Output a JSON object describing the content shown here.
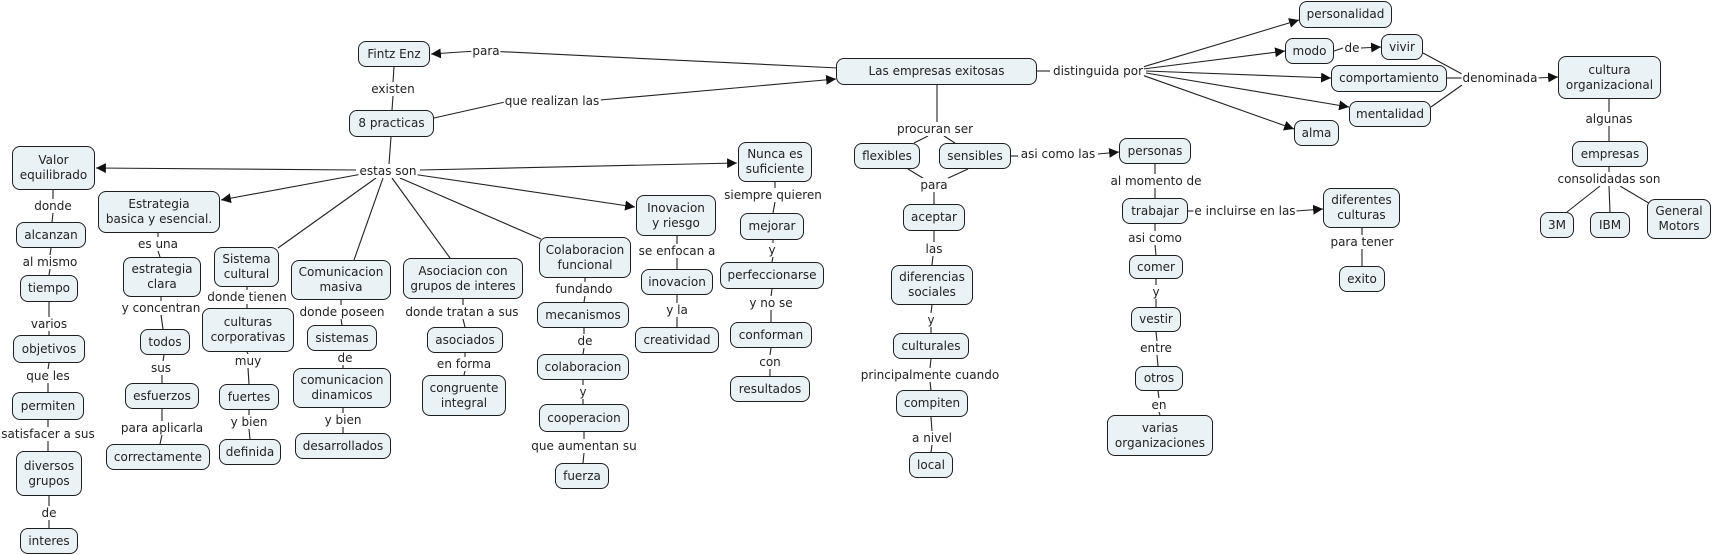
{
  "concept_map": {
    "title": "Las empresas exitosas",
    "nodes": {
      "fintz": "Fintz Enz",
      "practicas": "8 practicas",
      "empresas_exitosas": "Las empresas exitosas",
      "valor": "Valor\nequilibrado",
      "alcanzan": "alcanzan",
      "tiempo": "tiempo",
      "objetivos": "objetivos",
      "permiten": "permiten",
      "diversos": "diversos\ngrupos",
      "interes": "interes",
      "estrategia": "Estrategia\nbasica y esencial.",
      "estrategia_clara": "estrategia\nclara",
      "todos": "todos",
      "esfuerzos": "esfuerzos",
      "correctamente": "correctamente",
      "sistema_cultural": "Sistema\ncultural",
      "culturas_corp": "culturas\ncorporativas",
      "fuertes": "fuertes",
      "definida": "definida",
      "comunicacion_masiva": "Comunicacion\nmasiva",
      "sistemas": "sistemas",
      "comunicacion_din": "comunicacion\ndinamicos",
      "desarrollados": "desarrollados",
      "asociacion": "Asociacion con\ngrupos de interes",
      "asociados": "asociados",
      "congruente": "congruente\nintegral",
      "colaboracion_func": "Colaboracion\nfuncional",
      "mecanismos": "mecanismos",
      "colaboracion": "colaboracion",
      "cooperacion": "cooperacion",
      "fuerza": "fuerza",
      "inovacion_riesgo": "Inovacion\ny riesgo",
      "inovacion": "inovacion",
      "creatividad": "creatividad",
      "nunca": "Nunca es\nsuficiente",
      "mejorar": "mejorar",
      "perfeccionarse": "perfeccionarse",
      "conforman": "conforman",
      "resultados": "resultados",
      "flexibles": "flexibles",
      "sensibles": "sensibles",
      "aceptar": "aceptar",
      "diferencias": "diferencias\nsociales",
      "culturales": "culturales",
      "compiten": "compiten",
      "local": "local",
      "personas": "personas",
      "trabajar": "trabajar",
      "comer": "comer",
      "vestir": "vestir",
      "otros": "otros",
      "varias": "varias\norganizaciones",
      "diferentes_culturas": "diferentes\nculturas",
      "exito": "exito",
      "personalidad": "personalidad",
      "modo": "modo",
      "vivir": "vivir",
      "comportamiento": "comportamiento",
      "mentalidad": "mentalidad",
      "alma": "alma",
      "cultura_org": "cultura\norganizacional",
      "empresas": "empresas",
      "tres_m": "3M",
      "ibm": "IBM",
      "gm": "General\nMotors"
    },
    "links": {
      "para": "para",
      "existen": "existen",
      "que_realizan": "que realizan las",
      "estas_son": "estas son",
      "donde": "donde",
      "al_mismo": "al mismo",
      "varios": "varios",
      "que_les": "que les",
      "satisfacer": "satisfacer a sus",
      "de_interes": "de",
      "es_una": "es una",
      "y_concentran": "y concentran",
      "sus": "sus",
      "para_aplicarla": "para aplicarla",
      "donde_tienen": "donde tienen",
      "muy": "muy",
      "y_bien_1": "y bien",
      "donde_poseen": "donde poseen",
      "de_com": "de",
      "y_bien_2": "y bien",
      "donde_tratan": "donde tratan a sus",
      "en_forma": "en forma",
      "fundando": "fundando",
      "de_col": "de",
      "y_coop": "y",
      "que_aumentan": "que aumentan su",
      "se_enfocan": "se enfocan a",
      "y_la": "y la",
      "siempre_quieren": "siempre quieren",
      "y_perf": "y",
      "y_no_se": "y no se",
      "con": "con",
      "procuran_ser": "procuran ser",
      "para_aceptar": "para",
      "las": "las",
      "y_cult": "y",
      "principalmente": "principalmente cuando",
      "a_nivel": "a nivel",
      "asi_como_las": "asi como las",
      "al_momento": "al momento de",
      "asi_como": "asi como",
      "y_vestir": "y",
      "entre": "entre",
      "en": "en",
      "e_incluirse": "e incluirse en las",
      "para_tener": "para tener",
      "distinguida": "distinguida por",
      "de_vivir": "de",
      "denominada": "denominada",
      "algunas": "algunas",
      "consolidadas": "consolidadas son"
    }
  }
}
